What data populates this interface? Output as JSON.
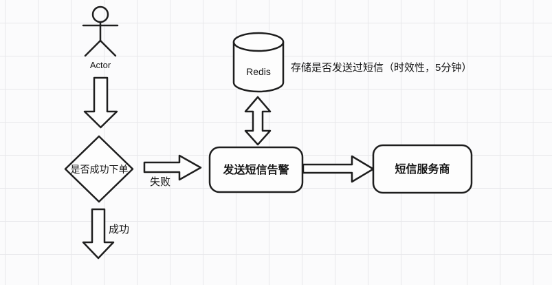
{
  "nodes": {
    "actor": "Actor",
    "decision": "是否成功下单",
    "alert": "发送短信告警",
    "redis": "Redis",
    "provider": "短信服务商"
  },
  "edges": {
    "fail": "失败",
    "success": "成功"
  },
  "annotations": {
    "redis_note": "存储是否发送过短信（时效性，5分钟）"
  },
  "colors": {
    "stroke": "#1e1e1e",
    "shape_fill": "#fdfdfd",
    "background": "#fbfbfc",
    "grid_line": "#e7e7ea",
    "text": "#141414"
  }
}
